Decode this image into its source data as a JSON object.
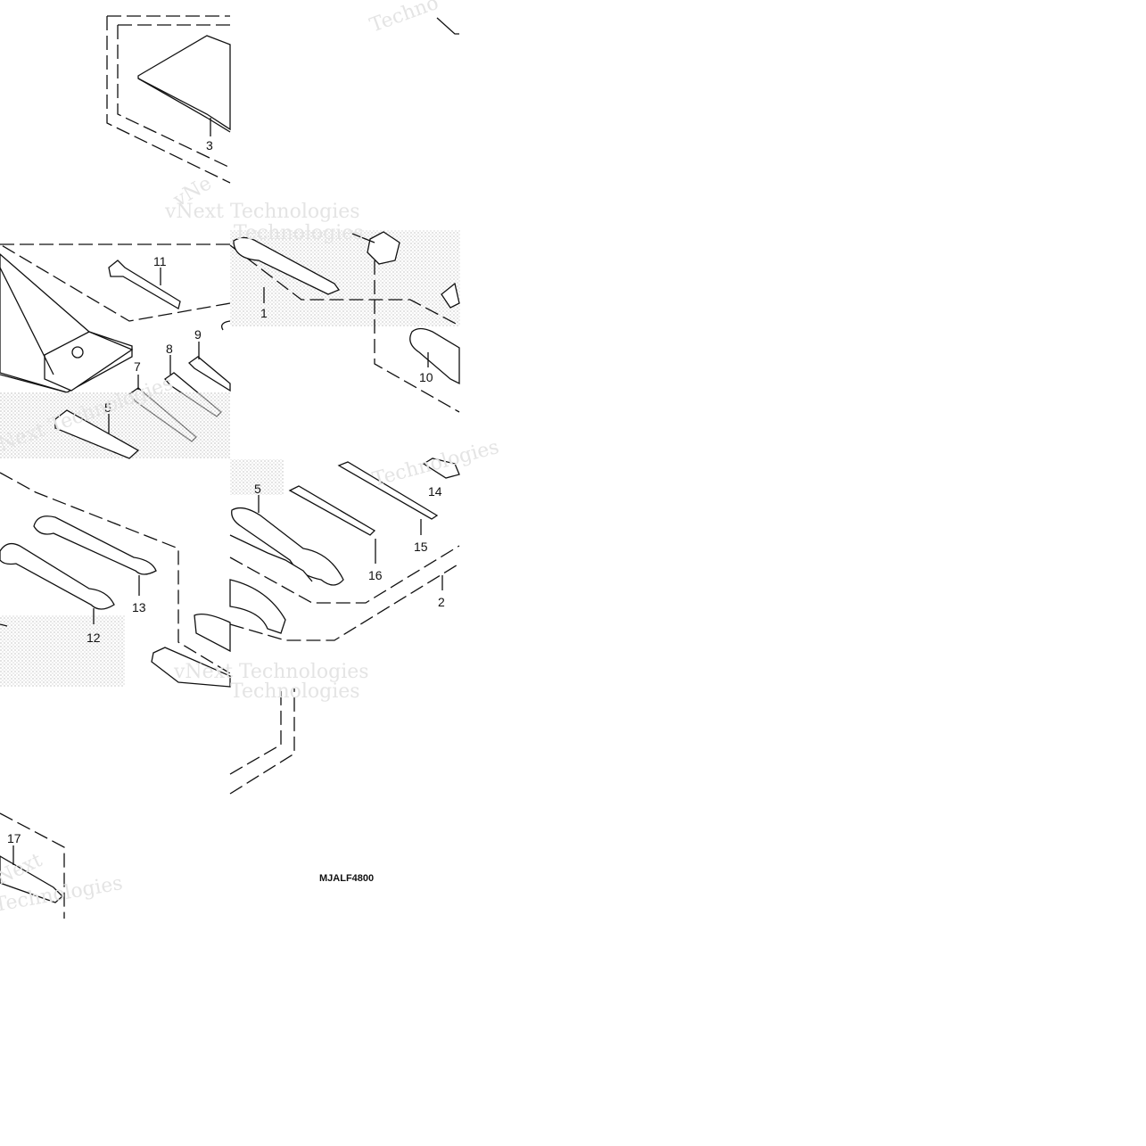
{
  "part_numbers": [
    "1",
    "2",
    "3",
    "5",
    "6",
    "7",
    "8",
    "9",
    "10",
    "11",
    "12",
    "13",
    "14",
    "15",
    "16",
    "17"
  ],
  "diagram_code": "MJALF4800",
  "watermark": {
    "text1": "vNext Technologies",
    "text2": "Technologies",
    "text3": "Next",
    "text4": "vNe",
    "text5": "Techno"
  },
  "colors": {
    "line": "#111111",
    "shading": "#bbbbbb",
    "watermark": "#e4e4e4"
  }
}
